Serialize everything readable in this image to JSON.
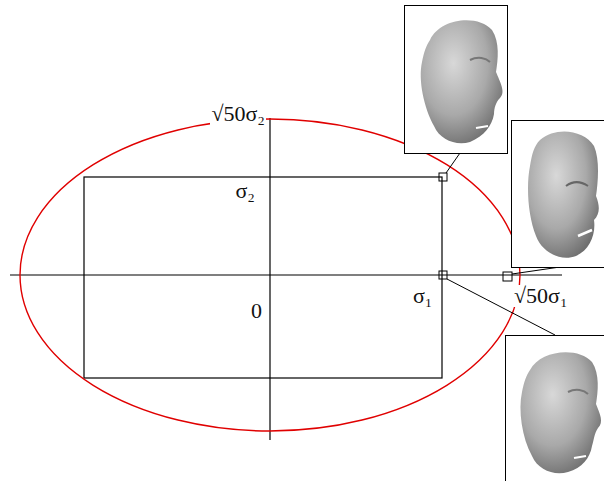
{
  "diagram": {
    "labels": [
      "√50σ₂",
      "σ₂",
      "0",
      "σ₁",
      "√50σ₁"
    ]
  }
}
